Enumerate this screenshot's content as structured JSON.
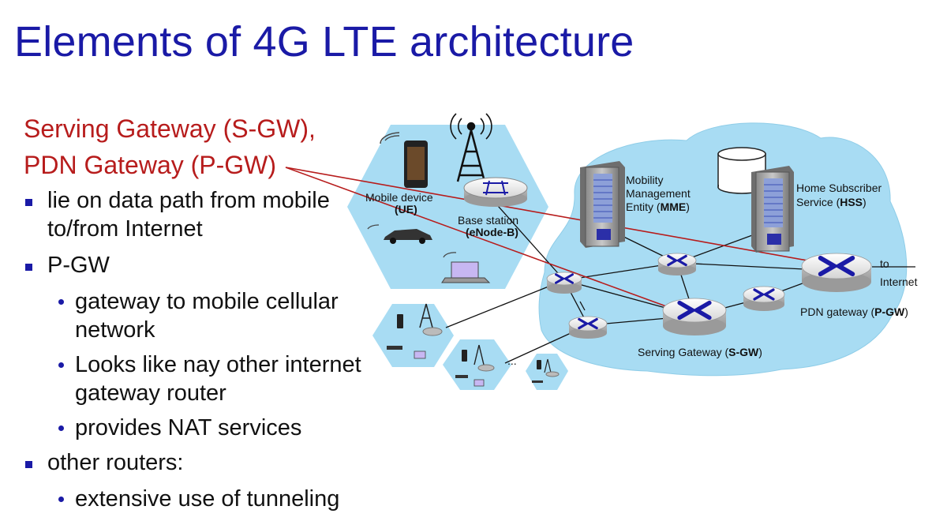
{
  "title": "Elements of 4G LTE architecture",
  "subtitle": {
    "line1": "Serving Gateway (S-GW),",
    "line2": "PDN Gateway (P-GW)"
  },
  "bullets": {
    "b1": "lie on data path from mobile to/from Internet",
    "b2": "P-GW",
    "b2_sub1": "gateway to mobile cellular network",
    "b2_sub2": "Looks like nay other internet gateway router",
    "b2_sub3": "provides NAT services",
    "b3": "other routers:",
    "b3_sub1": "extensive use of tunneling"
  },
  "diagram": {
    "mobile_device": "Mobile device",
    "ue": "(UE)",
    "base_station": "Base station",
    "enodeb": "(eNode-B)",
    "mme_line1": "Mobility",
    "mme_line2": "Management",
    "mme_line3": "Entity (",
    "mme_abbr": "MME",
    "mme_close": ")",
    "hss_line1": "Home Subscriber",
    "hss_line2": "Service (",
    "hss_abbr": "HSS",
    "hss_close": ")",
    "sgw_label": "Serving Gateway (",
    "sgw_abbr": "S-GW",
    "sgw_close": ")",
    "pgw_label": "PDN gateway (",
    "pgw_abbr": "P-GW",
    "pgw_close": ")",
    "to": "to",
    "internet": "Internet",
    "ellipsis": "..."
  },
  "colors": {
    "title": "#1a1aa6",
    "highlight": "#b71c1c",
    "cloud": "#a8dcf3",
    "router_mark": "#1a1aa6"
  }
}
